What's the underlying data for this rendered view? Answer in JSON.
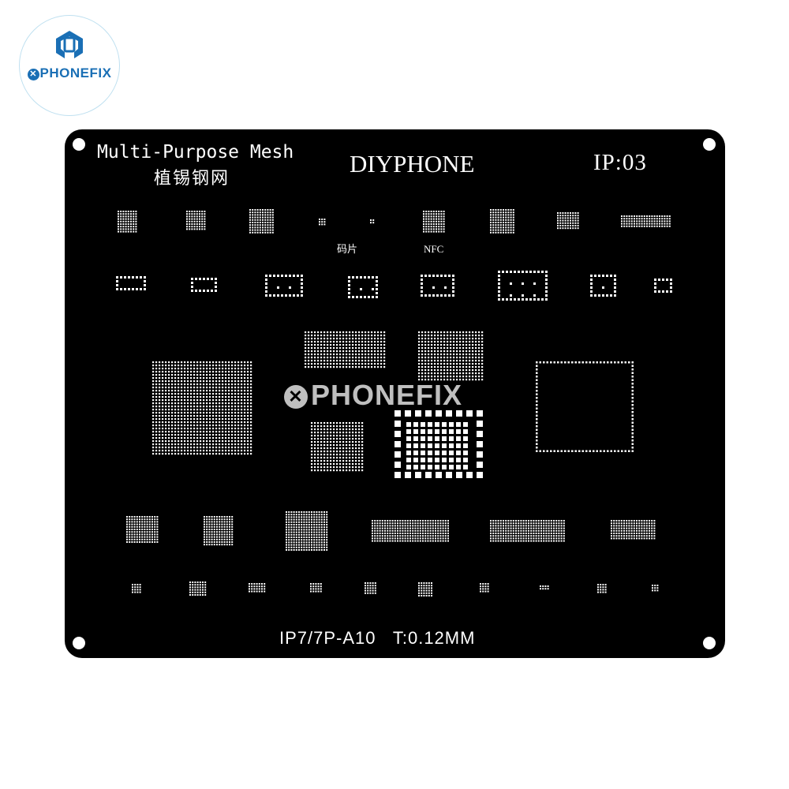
{
  "logo": {
    "brand": "PHONEFIX",
    "icon": "wrench-phone-icon",
    "color": "#1a6fb5"
  },
  "stencil": {
    "title_en": "Multi-Purpose Mesh",
    "title_cn": "植锡钢网",
    "brand": "DIYPHONE",
    "code": "IP:03",
    "label_codechip": "码片",
    "label_nfc": "NFC",
    "model": "IP7/7P-A10",
    "thickness": "T:0.12MM"
  },
  "watermark": {
    "text": "PHONEFIX"
  }
}
